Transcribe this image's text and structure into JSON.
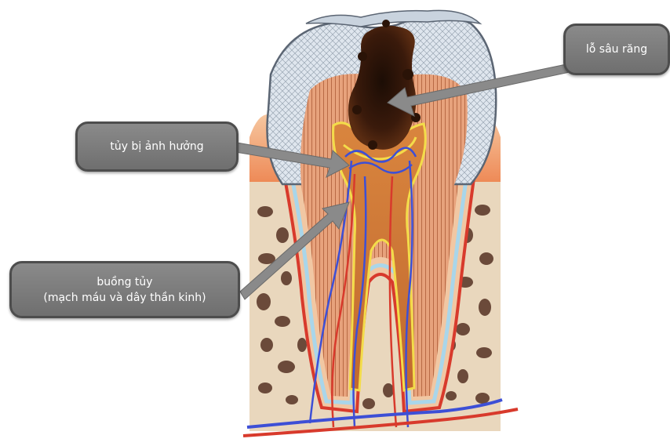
{
  "labels": {
    "cavity": "lỗ sâu răng",
    "affected_pulp": "tủy bị ảnh hưởng",
    "pulp_chamber_line1": "buồng tủy",
    "pulp_chamber_line2": "(mạch máu và dây thần kinh)"
  }
}
